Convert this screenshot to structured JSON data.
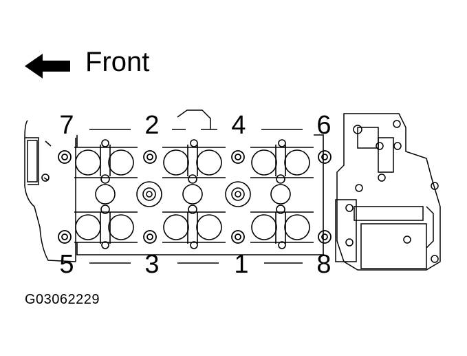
{
  "direction_label": "Front",
  "figure_code": "G03062229",
  "bolt_sequence": {
    "top_row": [
      "7",
      "2",
      "4",
      "6"
    ],
    "bottom_row": [
      "5",
      "3",
      "1",
      "8"
    ]
  }
}
